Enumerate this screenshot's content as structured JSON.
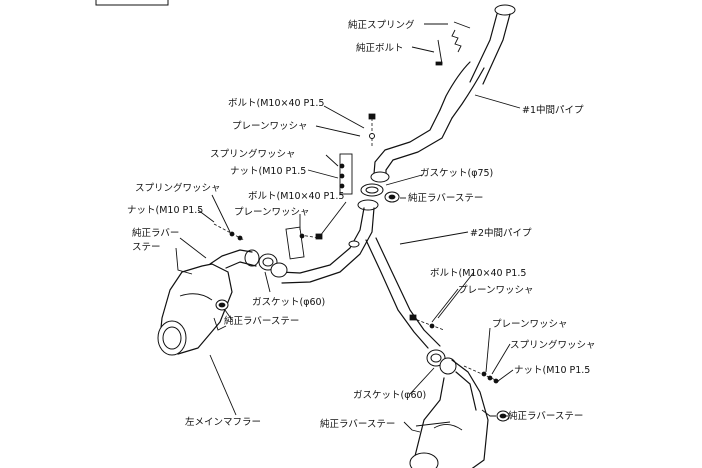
{
  "labels": {
    "spring_top": "純正スプリング",
    "bolt_top": "純正ボルト",
    "pipe1": "#1中間パイプ",
    "bolt_m10x40_a": "ボルト(M10×40 P1.5",
    "plain_washer_a": "プレーンワッシャ",
    "spring_washer_a": "スプリングワッシャ",
    "nut_a": "ナット(M10 P1.5",
    "gasket_75": "ガスケット(φ75)",
    "rubber_stay_a": "純正ラバーステー",
    "spring_washer_b": "スプリングワッシャ",
    "nut_b": "ナット(M10 P1.5",
    "bolt_m10x40_b": "ボルト(M10×40 P1.5",
    "plain_washer_b": "プレーンワッシャ",
    "rubber_stay_left_l1": "純正ラバー",
    "rubber_stay_left_l2": "ステー",
    "pipe2": "#2中間パイプ",
    "gasket_60_a": "ガスケット(φ60)",
    "rubber_stay_b": "純正ラバーステー",
    "bolt_m10x40_c": "ボルト(M10×40 P1.5",
    "plain_washer_c": "プレーンワッシャ",
    "plain_washer_d": "プレーンワッシャ",
    "spring_washer_c": "スプリングワッシャ",
    "nut_c": "ナット(M10 P1.5",
    "left_muffler": "左メインマフラー",
    "gasket_60_b": "ガスケット(φ60)",
    "rubber_stay_c": "純正ラバーステー",
    "rubber_stay_d": "純正ラバーステー"
  }
}
